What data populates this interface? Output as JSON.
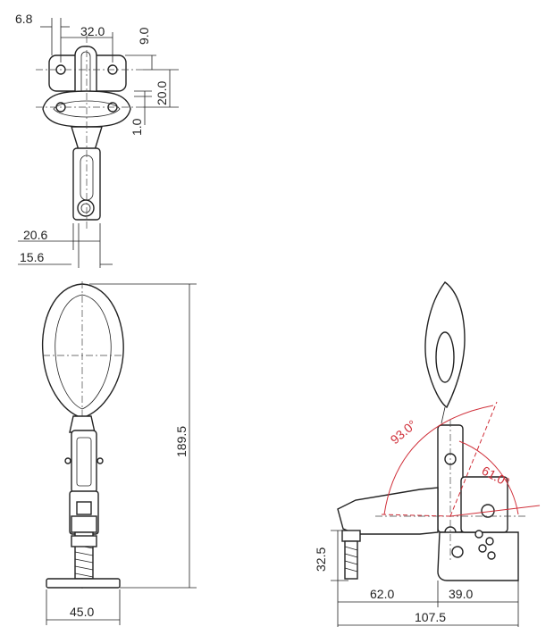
{
  "diagram": {
    "top_view": {
      "dim_6_8": "6.8",
      "dim_32": "32.0",
      "dim_9": "9.0",
      "dim_20": "20.0",
      "dim_1": "1.0",
      "dim_20_6": "20.6",
      "dim_15_6": "15.6"
    },
    "front_view": {
      "dim_189_5": "189.5",
      "dim_45": "45.0"
    },
    "side_view": {
      "angle_93": "93.0°",
      "angle_61": "61.0°",
      "dim_32_5": "32.5",
      "dim_62": "62.0",
      "dim_39": "39.0",
      "dim_107_5": "107.5"
    },
    "colors": {
      "line": "#222222",
      "angle": "#d0303a",
      "background": "#ffffff"
    }
  }
}
